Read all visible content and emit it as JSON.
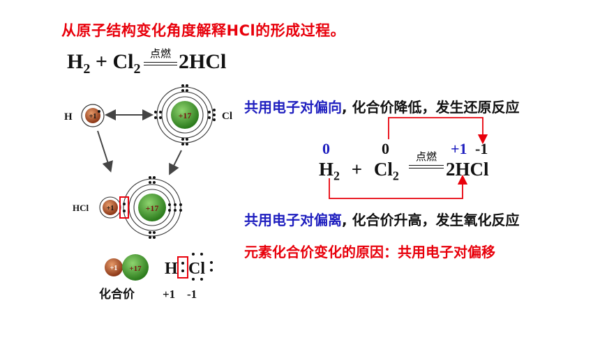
{
  "title": "从原子结构变化角度解释HCl的形成过程。",
  "top_equation": {
    "condition": "点燃",
    "product": "2HCl"
  },
  "atoms": {
    "h_label": "H",
    "cl_label": "Cl",
    "h_charge": "+1",
    "cl_charge": "+17",
    "hcl_label": "HCl"
  },
  "bottom_left": {
    "h_charge": "+1",
    "cl_charge": "+17",
    "lewis_h": "H",
    "lewis_cl": "Cl",
    "valence_label": "化合价",
    "valence_h": "+1",
    "valence_cl": "-1"
  },
  "reduction": {
    "part1": "共用电子对偏向",
    "part2": ", 化合价降低，发生还原反应"
  },
  "redox_equation": {
    "ox_h2": "0",
    "ox_cl2": "0",
    "ox_h_product": "+1",
    "ox_cl_product": "-1",
    "condition": "点燃",
    "product": "2HCl"
  },
  "oxidation": {
    "part1": "共用电子对偏离",
    "part2": ", 化合价升高，发生氧化反应"
  },
  "reason": "元素化合价变化的原因：共用电子对偏移",
  "colors": {
    "red": "#e8000b",
    "blue": "#1f1fbf",
    "h_nucleus": "#b5552a",
    "cl_nucleus": "#3f9a2c"
  }
}
